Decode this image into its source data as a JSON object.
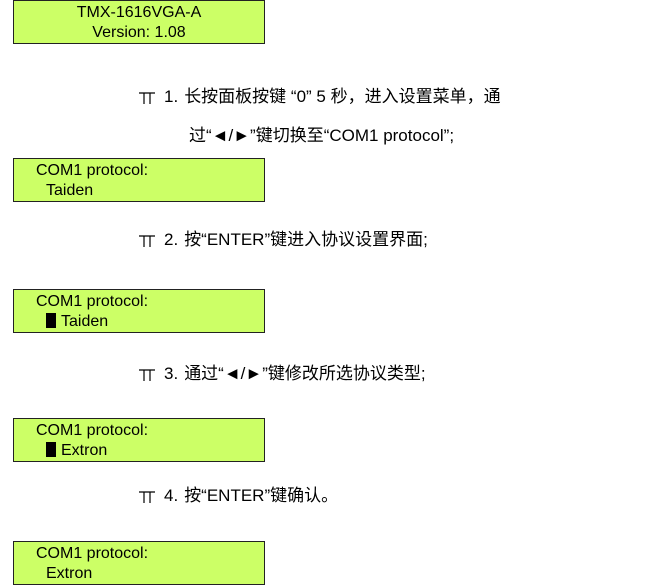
{
  "screens": [
    {
      "line1": "TMX-1616VGA-A",
      "line2": "Version: 1.08"
    },
    {
      "line1": "COM1 protocol:",
      "line2": "Taiden"
    },
    {
      "line1": "COM1 protocol:",
      "line2": "Taiden"
    },
    {
      "line1": "COM1 protocol:",
      "line2": "Extron"
    },
    {
      "line1": "COM1 protocol:",
      "line2": "Extron"
    }
  ],
  "steps": [
    {
      "num": "1.",
      "text": "长按面板按键 “0” 5 秒，进入设置菜单，通",
      "continuation": "过“◄/►”键切换至“COM1 protocol”;"
    },
    {
      "num": "2.",
      "text": "按“ENTER”键进入协议设置界面;"
    },
    {
      "num": "3.",
      "text": "通过“◄/►”键修改所选协议类型;"
    },
    {
      "num": "4.",
      "text": "按“ENTER”键确认。"
    }
  ],
  "icons": {
    "step_arrow": "step-down-arrow-icon"
  }
}
